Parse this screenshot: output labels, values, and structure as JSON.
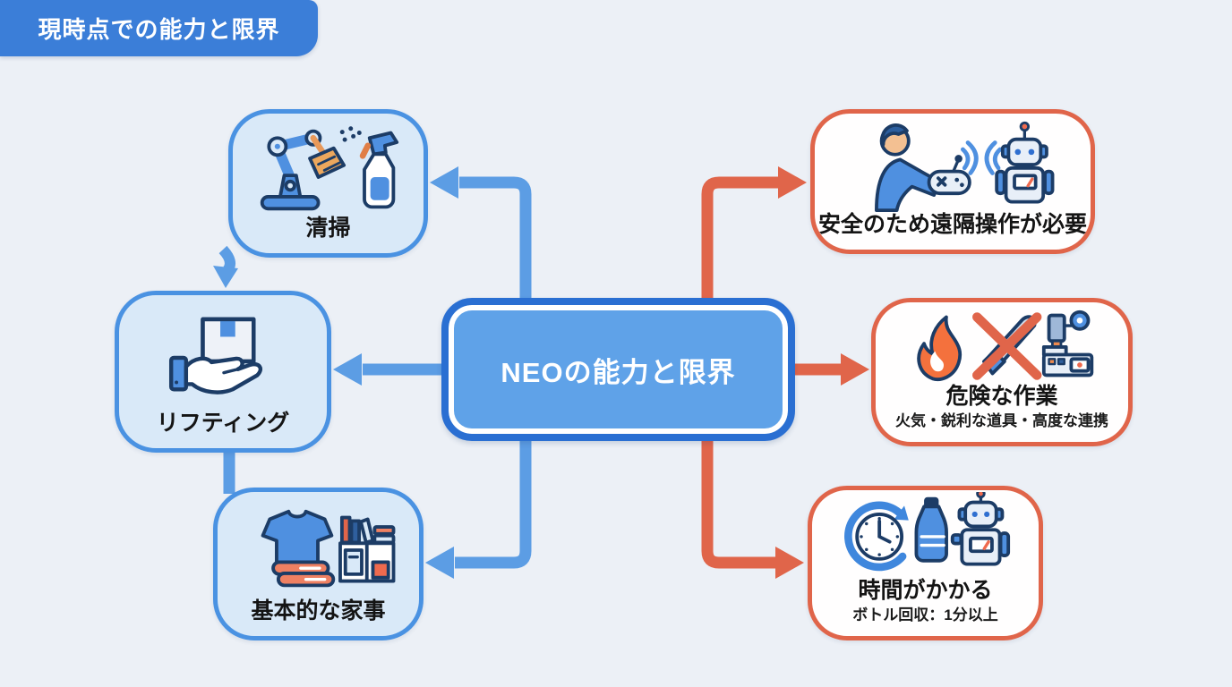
{
  "title_tag": {
    "label": "現時点での能力と限界"
  },
  "center_node": {
    "label": "NEOの能力と限界"
  },
  "left_nodes": [
    {
      "id": "cleaning",
      "label": "清掃",
      "icon": "robot-arm-broom-spray-icon"
    },
    {
      "id": "lifting",
      "label": "リフティング",
      "icon": "hand-holding-box-icon"
    },
    {
      "id": "housework",
      "label": "基本的な家事",
      "icon": "shirt-towels-shelf-icon"
    }
  ],
  "right_nodes": [
    {
      "id": "remote-operation",
      "label": "安全のため遠隔操作が必要",
      "icon": "person-remote-control-robot-icon"
    },
    {
      "id": "dangerous-work",
      "label": "危険な作業",
      "sublabel": "火気・鋭利な道具・高度な連携",
      "icon": "fire-knife-machine-prohibited-icon"
    },
    {
      "id": "takes-time",
      "label": "時間がかかる",
      "sublabel": "ボトル回収：1分以上",
      "icon": "clock-bottle-robot-icon"
    }
  ],
  "connections": [
    {
      "from": "center",
      "to": "cleaning",
      "color": "blue"
    },
    {
      "from": "center",
      "to": "lifting",
      "color": "blue"
    },
    {
      "from": "center",
      "to": "housework",
      "color": "blue"
    },
    {
      "from": "cleaning",
      "to": "lifting",
      "color": "blue"
    },
    {
      "from": "lifting",
      "to": "housework",
      "color": "blue"
    },
    {
      "from": "center",
      "to": "remote-operation",
      "color": "orange"
    },
    {
      "from": "center",
      "to": "dangerous-work",
      "color": "orange"
    },
    {
      "from": "center",
      "to": "takes-time",
      "color": "orange"
    }
  ],
  "colors": {
    "background": "#ecf0f6",
    "tag_blue": "#3b7ed8",
    "center_fill": "#5fa2e8",
    "center_border": "#2a6fd2",
    "capability_fill": "#d9e9f8",
    "capability_border": "#4a92e2",
    "limitation_fill": "#fffefe",
    "limitation_border": "#e0654a",
    "blue_arrow": "#5c9de4",
    "orange_arrow": "#e0654a"
  }
}
